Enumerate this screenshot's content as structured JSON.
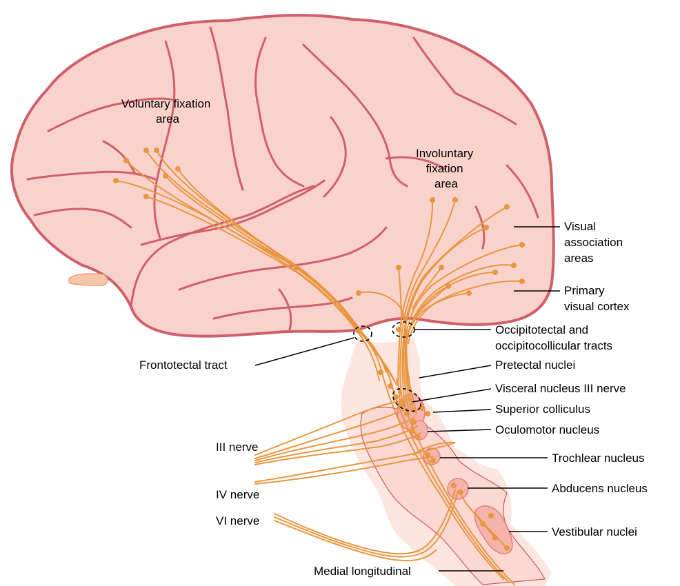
{
  "labels": {
    "voluntary_fixation_area": [
      "Voluntary fixation",
      "area"
    ],
    "involuntary_fixation_area": [
      "Involuntary",
      "fixation",
      "area"
    ],
    "visual_association_areas": [
      "Visual",
      "association",
      "areas"
    ],
    "primary_visual_cortex": [
      "Primary",
      "visual cortex"
    ],
    "occipitotectal_tracts": [
      "Occipitotectal and",
      "occipitocollicular tracts"
    ],
    "frontotectal_tract": "Frontotectal tract",
    "pretectal_nuclei": "Pretectal nuclei",
    "visceral_nucleus": "Visceral nucleus III nerve",
    "superior_colliculus": "Superior colliculus",
    "oculomotor_nucleus": "Oculomotor nucleus",
    "trochlear_nucleus": "Trochlear nucleus",
    "abducens_nucleus": "Abducens nucleus",
    "vestibular_nuclei": "Vestibular nuclei",
    "iii_nerve": "III nerve",
    "iv_nerve": "IV nerve",
    "vi_nerve": "VI nerve",
    "medial_longitudinal": "Medial longitudinal"
  },
  "colors": {
    "brain_fill": "#f9d3cb",
    "brain_outline": "#cf5f68",
    "fiber": "#e8963f",
    "brainstem": "#fde6e0",
    "nucleus": "#f4b4ac"
  }
}
